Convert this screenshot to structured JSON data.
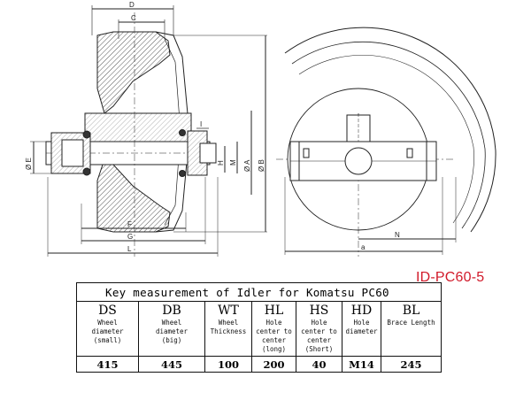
{
  "drawing": {
    "dimension_labels": {
      "D": "D",
      "C": "C",
      "I": "I",
      "E": "Ø E",
      "H": "H",
      "M": "M",
      "A": "Ø A",
      "B": "Ø B",
      "F": "F",
      "G": "G",
      "L": "L",
      "N": "N",
      "a": "a"
    }
  },
  "part_id": "ID-PC60-5",
  "table": {
    "title": "Key measurement of Idler for Komatsu PC60",
    "columns": [
      {
        "code": "DS",
        "description": [
          "Wheel",
          "diameter",
          "(small)"
        ],
        "value": "415"
      },
      {
        "code": "DB",
        "description": [
          "Wheel",
          "diameter",
          "(big)"
        ],
        "value": "445"
      },
      {
        "code": "WT",
        "description": [
          "Wheel",
          "Thickness"
        ],
        "value": "100"
      },
      {
        "code": "HL",
        "description": [
          "Hole",
          "center to",
          "center",
          "(long)"
        ],
        "value": "200"
      },
      {
        "code": "HS",
        "description": [
          "Hole",
          "center to",
          "center",
          "(Short)"
        ],
        "value": "40"
      },
      {
        "code": "HD",
        "description": [
          "Hole",
          "diameter"
        ],
        "value": "M14"
      },
      {
        "code": "BL",
        "description": [
          "Brace Length"
        ],
        "value": "245"
      }
    ]
  },
  "colors": {
    "part_id": "#d11a2a",
    "lines": "#222222",
    "hatch": "#555555"
  }
}
